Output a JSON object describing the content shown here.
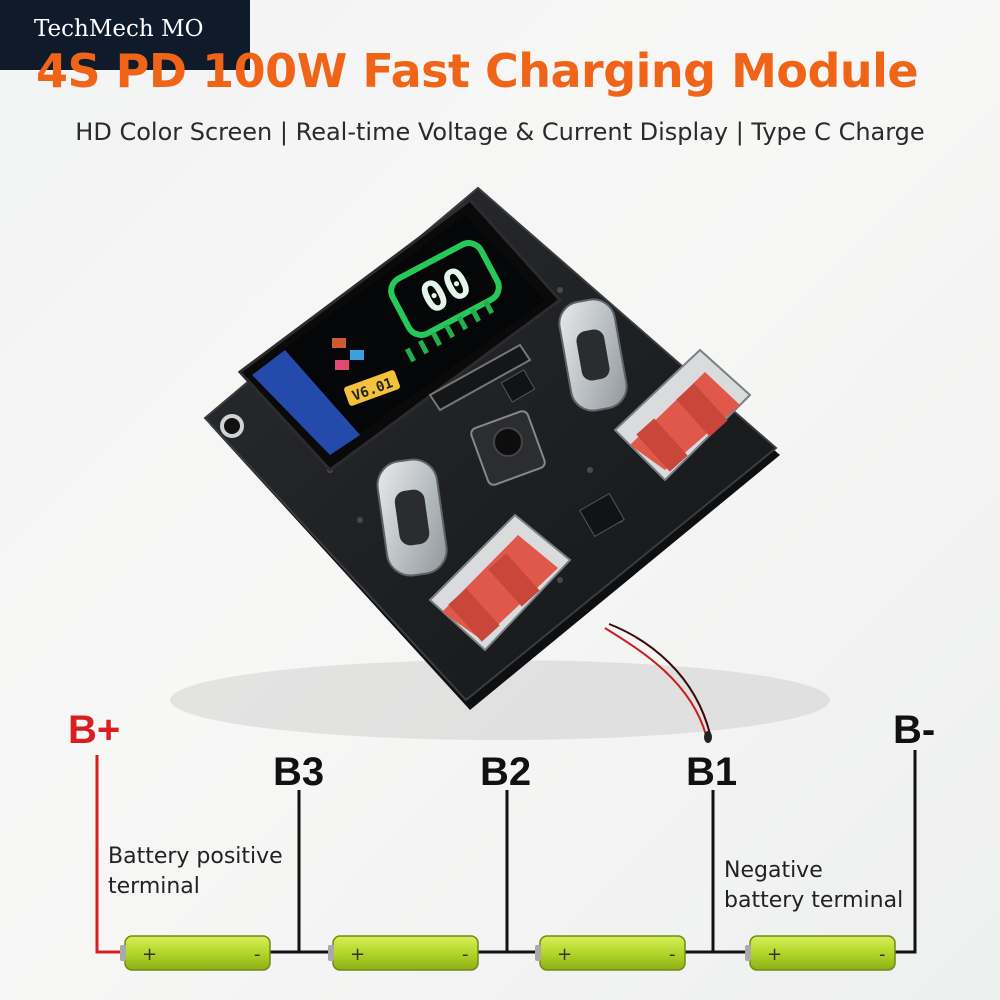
{
  "watermark": "TechMech MO",
  "title": "4S PD 100W Fast Charging Module",
  "subtitle": "HD Color Screen | Real-time Voltage & Current Display | Type C Charge",
  "screen": {
    "reading": "00",
    "version": "V6.01"
  },
  "terminals": {
    "b_plus": "B+",
    "b3": "B3",
    "b2": "B2",
    "b1": "B1",
    "b_minus": "B-"
  },
  "notes": {
    "positive_line1": "Battery positive",
    "positive_line2": "terminal",
    "negative_line1": "Negative",
    "negative_line2": "battery terminal"
  },
  "battery": {
    "plus": "+",
    "minus": "-"
  },
  "colors": {
    "title": "#f06418",
    "b_plus": "#d81e1e",
    "battery": "#b3d62a",
    "pcb": "#1a1b1d",
    "connector": "#e0584a"
  }
}
